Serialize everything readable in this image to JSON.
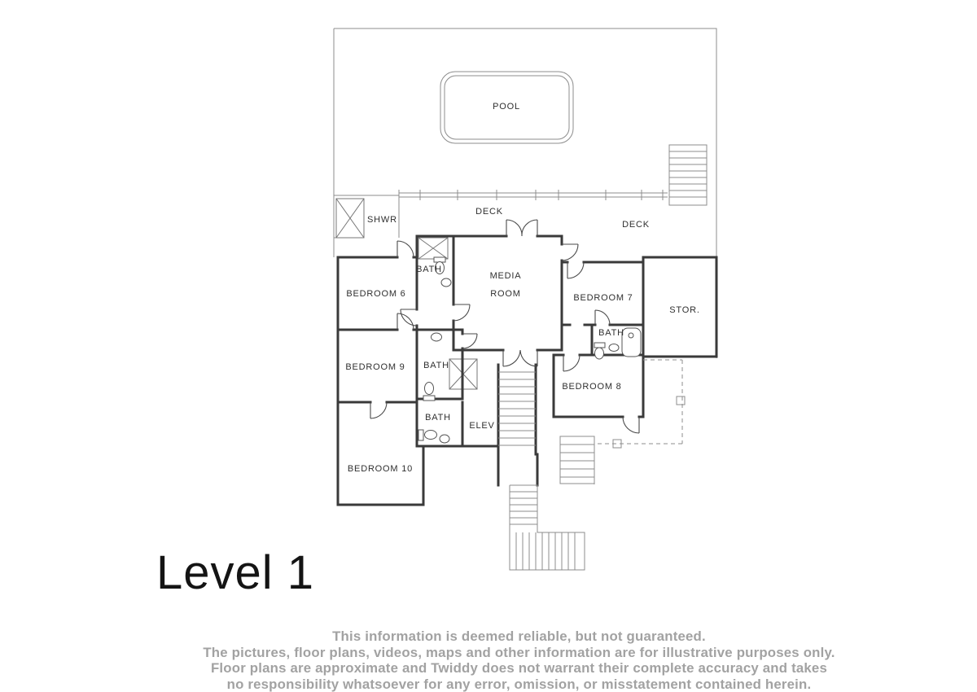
{
  "plan": {
    "title": "Level 1",
    "rooms": {
      "pool": "POOL",
      "deck_left": "DECK",
      "deck_right": "DECK",
      "shwr": "SHWR",
      "media_room": [
        "MEDIA",
        "ROOM"
      ],
      "bedroom6": "BEDROOM 6",
      "bedroom7": "BEDROOM 7",
      "bedroom8": "BEDROOM 8",
      "bedroom9": "BEDROOM 9",
      "bedroom10": "BEDROOM 10",
      "bath": "BATH",
      "stor": "STOR.",
      "elev": "ELEV"
    },
    "colors": {
      "wall": "#3a3a3a",
      "thin": "#8c8c8c",
      "label": "#2f2f2f",
      "title": "#141414",
      "disclaimer": "#a2a2a2"
    }
  },
  "disclaimer": {
    "lines": [
      "This information is deemed reliable, but not guaranteed.",
      "The pictures, floor plans, videos, maps and other information are for illustrative purposes only.",
      "Floor plans are approximate and Twiddy does not warrant their complete accuracy and takes",
      "no responsibility whatsoever for any error, omission, or misstatement contained herein."
    ]
  }
}
